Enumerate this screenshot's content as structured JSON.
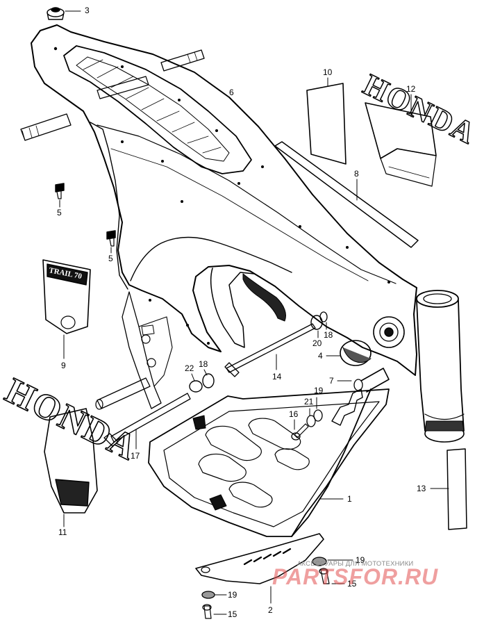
{
  "callouts": [
    {
      "id": "label-3",
      "text": "3"
    },
    {
      "id": "label-10",
      "text": "10"
    },
    {
      "id": "label-12",
      "text": "12"
    },
    {
      "id": "label-6",
      "text": "6"
    },
    {
      "id": "label-8",
      "text": "8"
    },
    {
      "id": "label-5a",
      "text": "5"
    },
    {
      "id": "label-5b",
      "text": "5"
    },
    {
      "id": "label-9",
      "text": "9"
    },
    {
      "id": "label-20",
      "text": "20"
    },
    {
      "id": "label-18a",
      "text": "18"
    },
    {
      "id": "label-4",
      "text": "4"
    },
    {
      "id": "label-14",
      "text": "14"
    },
    {
      "id": "label-22",
      "text": "22"
    },
    {
      "id": "label-18b",
      "text": "18"
    },
    {
      "id": "label-7",
      "text": "7"
    },
    {
      "id": "label-19a",
      "text": "19"
    },
    {
      "id": "label-21",
      "text": "21"
    },
    {
      "id": "label-16",
      "text": "16"
    },
    {
      "id": "label-17",
      "text": "17"
    },
    {
      "id": "label-13",
      "text": "13"
    },
    {
      "id": "label-1",
      "text": "1"
    },
    {
      "id": "label-11",
      "text": "11"
    },
    {
      "id": "label-19b",
      "text": "19"
    },
    {
      "id": "label-15a",
      "text": "15"
    },
    {
      "id": "label-19c",
      "text": "19"
    },
    {
      "id": "label-15b",
      "text": "15"
    },
    {
      "id": "label-2",
      "text": "2"
    }
  ],
  "emblems": {
    "side_cover_badge": "TRAIL 70",
    "honda_left": "HONDA",
    "honda_right": "HONDA"
  },
  "watermark": {
    "small_text": "АКСЕССУАРЫ ДЛЯ МОТОТЕХНИКИ",
    "brand_left": "PARTS",
    "brand_right": "FOR.RU"
  },
  "colors": {
    "line": "#000000",
    "background": "#ffffff",
    "watermark_red": "#e05050",
    "watermark_gray": "#8a8a8a"
  }
}
